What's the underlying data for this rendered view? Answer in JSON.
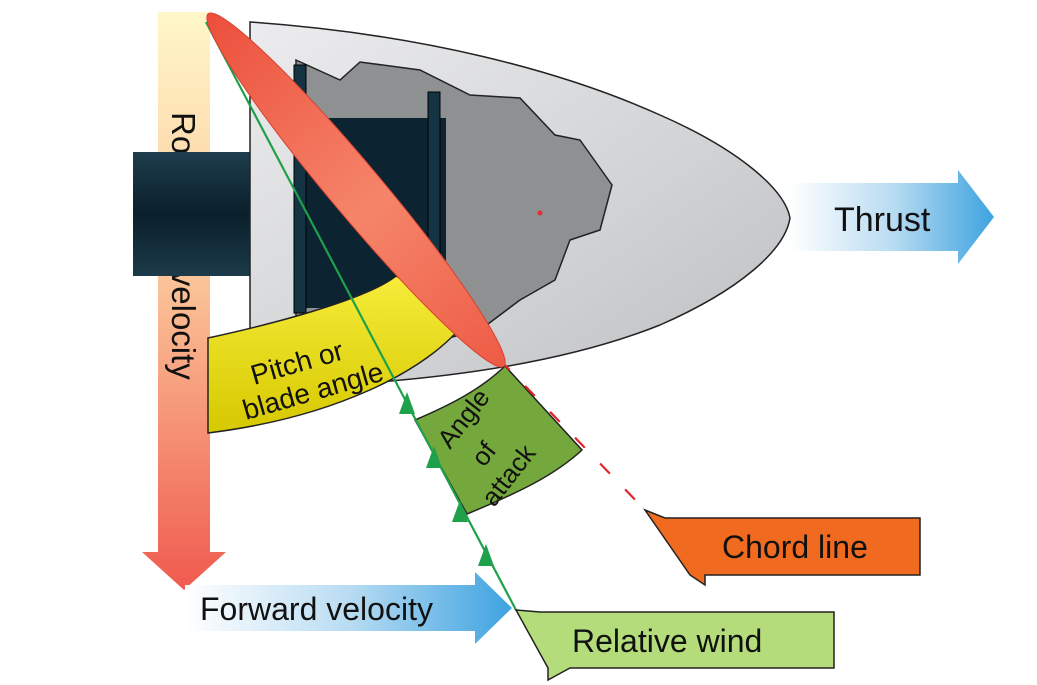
{
  "labels": {
    "rotational_velocity": "Rotational velocity",
    "thrust": "Thrust",
    "pitch_line1": "Pitch or",
    "pitch_line2": "blade angle",
    "angle_line1": "Angle",
    "angle_line2": "of",
    "angle_line3": "attack",
    "chord_line": "Chord line",
    "forward_velocity": "Forward velocity",
    "relative_wind": "Relative wind"
  },
  "colors": {
    "background": "#ffffff",
    "blade": "#f26b50",
    "pitch_band": "#efe000",
    "angle_band": "#74a83c",
    "chord_box": "#f06a1f",
    "relative_wind_box": "#b5dc7a",
    "arrow_blue": "#56aee2",
    "arrow_green": "#1fa04a",
    "shaft": "#0d2734",
    "spinner": "#d2d4d6"
  }
}
